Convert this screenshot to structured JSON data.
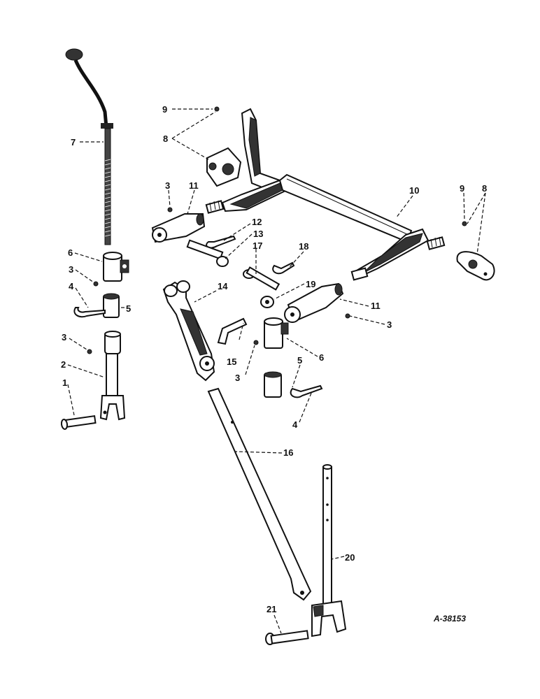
{
  "drawing_ref": "A-38153",
  "callouts": {
    "c1": "1",
    "c2": "2",
    "c3a": "3",
    "c3b": "3",
    "c3c": "3",
    "c3d": "3",
    "c3e": "3",
    "c4a": "4",
    "c4b": "4",
    "c5a": "5",
    "c5b": "5",
    "c6a": "6",
    "c6b": "6",
    "c7": "7",
    "c8a": "8",
    "c8b": "8",
    "c9a": "9",
    "c9b": "9",
    "c10": "10",
    "c11a": "11",
    "c11b": "11",
    "c12": "12",
    "c13": "13",
    "c14": "14",
    "c15": "15",
    "c16": "16",
    "c17": "17",
    "c18": "18",
    "c19": "19",
    "c20": "20",
    "c21": "21"
  },
  "colors": {
    "ink": "#111111",
    "paper": "#ffffff",
    "shade": "#333333"
  }
}
